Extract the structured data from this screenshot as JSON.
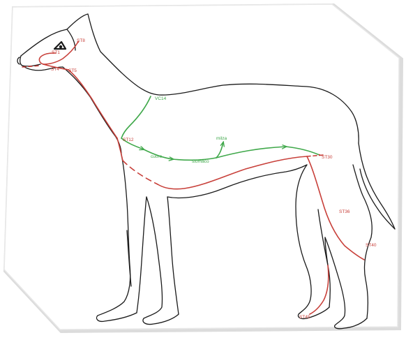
{
  "colors": {
    "outline": "#1a1a1a",
    "meridian_red": "#c8403a",
    "meridian_green": "#3fa84a",
    "frame_shadow": "#dcdcdc"
  },
  "labels": {
    "st1": "ST1",
    "st4": "ST4",
    "st5": "ST5",
    "st8": "ST8",
    "st12": "ST12",
    "st30": "ST30",
    "st36": "ST36",
    "st40": "ST40",
    "st45": "ST45",
    "vc14": "VC14",
    "cuore": "cuore",
    "stomaco": "stomaco",
    "milza": "milza"
  }
}
